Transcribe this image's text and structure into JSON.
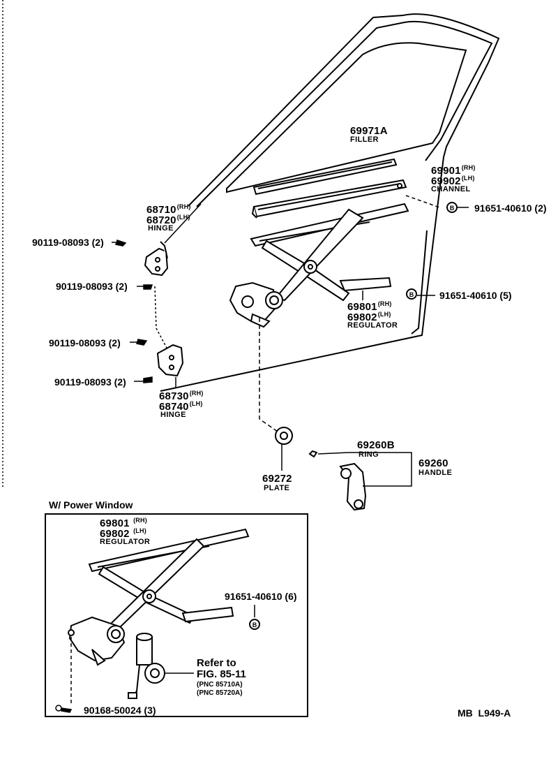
{
  "filler": {
    "part": "69971A",
    "name": "FILLER"
  },
  "channel": {
    "part_rh": "69901",
    "rh": "(RH)",
    "part_lh": "69902",
    "lh": "(LH)",
    "name": "CHANNEL"
  },
  "bolt_channel": {
    "part": "91651-40610 (2)",
    "symbol": "B"
  },
  "hinge_upper": {
    "part_rh": "68710",
    "rh": "(RH)",
    "part_lh": "68720",
    "lh": "(LH)",
    "name": "HINGE"
  },
  "hinge_lower": {
    "part_rh": "68730",
    "rh": "(RH)",
    "part_lh": "68740",
    "lh": "(LH)",
    "name": "HINGE"
  },
  "screws": [
    "90119-08093 (2)",
    "90119-08093 (2)",
    "90119-08093 (2)",
    "90119-08093 (2)"
  ],
  "regulator": {
    "part_rh": "69801",
    "rh": "(RH)",
    "part_lh": "69802",
    "lh": "(LH)",
    "name": "REGULATOR"
  },
  "bolt_regulator": {
    "part": "91651-40610 (5)",
    "symbol": "B"
  },
  "plate": {
    "part": "69272",
    "name": "PLATE"
  },
  "ring": {
    "part": "69260B",
    "name": "RING"
  },
  "handle": {
    "part": "69260",
    "name": "HANDLE"
  },
  "power_window": {
    "title": "W/ Power Window",
    "regulator": {
      "part_rh": "69801",
      "rh": "(RH)",
      "part_lh": "69802",
      "lh": "(LH)",
      "name": "REGULATOR"
    },
    "bolt": {
      "part": "91651-40610 (6)",
      "symbol": "B"
    },
    "refer_line1": "Refer to",
    "refer_line2": "FIG. 85-11",
    "pnc1": "(PNC 85710A)",
    "pnc2": "(PNC 85720A)",
    "screw": "90168-50024 (3)"
  },
  "figure_code": "MB  L949-A"
}
